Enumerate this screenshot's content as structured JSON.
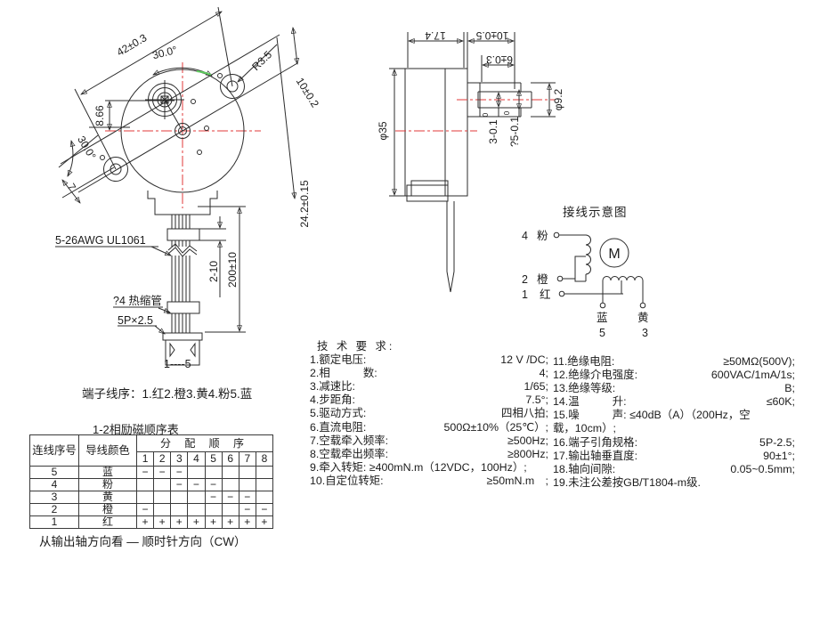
{
  "front_view": {
    "dim_mount_holes": "42±0.3",
    "angle_top": "30.0°",
    "ear_radius": "R3.5",
    "dim_ear_width": "10±0.2",
    "dim_shaft_offset": "8.66",
    "angle_bottom_left": "30.0°",
    "dim_bottom_left": "7",
    "dim_connector_height": "24.2±0.15",
    "dim_sleeve": "2-10",
    "dim_lead_length": "200±10",
    "label_lead_wire": "5-26AWG UL1061",
    "label_shrink_tube": "?4 热缩管",
    "label_connector_pitch": "5P×2.5",
    "label_pin_numbers": "1----5"
  },
  "side_view": {
    "dim_body_length": "17.4",
    "dim_boss_length": "10±0.5",
    "dim_shaft_length": "6±0.3",
    "dim_boss_dia": "φ9.2",
    "dim_shaft_flat": "3-0.1",
    "dim_shaft_flat_tol": "0",
    "dim_shaft_dia": "?5-0.1",
    "dim_shaft_dia_tol": "0",
    "dim_body_dia": "φ35"
  },
  "wiring": {
    "title": "接线示意图",
    "motor_symbol": "M",
    "terminal_4_num": "4",
    "terminal_4_color": "粉",
    "terminal_2_num": "2",
    "terminal_2_color": "橙",
    "terminal_1_num": "1",
    "terminal_1_color": "红",
    "terminal_5_color": "蓝",
    "terminal_5_num": "5",
    "terminal_3_color": "黄",
    "terminal_3_num": "3"
  },
  "terminal_order_note": "端子线序：1.红2.橙3.黄4.粉5.蓝",
  "excitation_table": {
    "title": "1-2相励磁顺序表",
    "header_wire_no": "连线序号",
    "header_wire_color": "导线颜色",
    "header_sequence": "分 配 顺 序",
    "step_headers": [
      "1",
      "2",
      "3",
      "4",
      "5",
      "6",
      "7",
      "8"
    ],
    "rows": [
      {
        "num": "5",
        "color": "蓝",
        "cells": [
          "−",
          "−",
          "−",
          "",
          "",
          "",
          "",
          ""
        ]
      },
      {
        "num": "4",
        "color": "粉",
        "cells": [
          "",
          "",
          "−",
          "−",
          "−",
          "",
          "",
          ""
        ]
      },
      {
        "num": "3",
        "color": "黄",
        "cells": [
          "",
          "",
          "",
          "",
          "−",
          "−",
          "−",
          ""
        ]
      },
      {
        "num": "2",
        "color": "橙",
        "cells": [
          "−",
          "",
          "",
          "",
          "",
          "",
          "−",
          "−"
        ]
      },
      {
        "num": "1",
        "color": "红",
        "cells": [
          "+",
          "+",
          "+",
          "+",
          "+",
          "+",
          "+",
          "+"
        ]
      }
    ]
  },
  "rotation_note": "从输出轴方向看 — 顺时针方向（CW）",
  "tech_requirements": {
    "title": "技 术 要 求:",
    "left": [
      {
        "label": "1.额定电压:",
        "value": "12 V /DC;"
      },
      {
        "label": "2.相　　　数:",
        "value": "4;"
      },
      {
        "label": "3.减速比:",
        "value": "1/65;"
      },
      {
        "label": "4.步距角:",
        "value": "7.5°;"
      },
      {
        "label": "5.驱动方式:",
        "value": "四相八拍;"
      },
      {
        "label": "6.直流电阻:",
        "value": "500Ω±10%（25℃）;"
      },
      {
        "label": "7.空载牵入频率:",
        "value": "≥500Hz;"
      },
      {
        "label": "8.空载牵出频率:",
        "value": "≥800Hz;"
      },
      {
        "label": "9.牵入转矩: ≥400mN.m（12VDC，100Hz）;",
        "value": ""
      },
      {
        "label": "10.自定位转矩:",
        "value": "≥50mN.m　;"
      }
    ],
    "right": [
      {
        "label": "11.绝缘电阻:",
        "value": "≥50MΩ(500V);"
      },
      {
        "label": "12.绝缘介电强度:",
        "value": "600VAC/1mA/1s;"
      },
      {
        "label": "13.绝缘等级:",
        "value": "B;"
      },
      {
        "label": "14.温　　　升:",
        "value": "≤60K;"
      },
      {
        "label": "15.噪　　　声: ≤40dB（A）（200Hz，空",
        "value": ""
      },
      {
        "label": "载，10cm）;",
        "value": ""
      },
      {
        "label": "16.端子引角规格:",
        "value": "5P-2.5;"
      },
      {
        "label": "17.输出轴垂直度:",
        "value": "90±1°;"
      },
      {
        "label": "18.轴向间隙:",
        "value": "0.05~0.5mm;"
      },
      {
        "label": "19.未注公差按GB/T1804-m级.",
        "value": ""
      }
    ]
  },
  "colors": {
    "line": "#2b2b2b",
    "centerline": "#e03a3a",
    "highlight_arc": "#5ecb5e"
  }
}
